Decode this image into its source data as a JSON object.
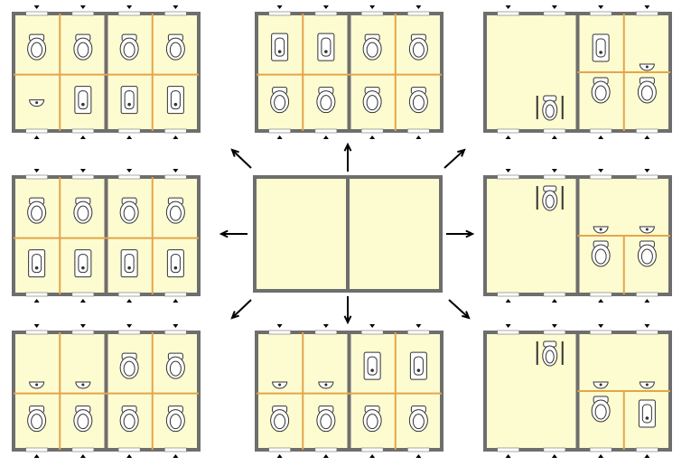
{
  "diagram": {
    "colors": {
      "wall": "#6e6e6e",
      "floor": "#fdfbd0",
      "partition": "#e4a54a",
      "fixture_fill": "#ffffff",
      "fixture_stroke": "#333333",
      "arrow": "#000000"
    },
    "center_module": {
      "name": "center-module",
      "description_visible": "",
      "rooms": 2
    },
    "modules": [
      {
        "name": "layout-top-left",
        "fixtures": [
          "toilet",
          "toilet",
          "toilet",
          "toilet",
          "sink",
          "urinal",
          "urinal",
          "urinal"
        ]
      },
      {
        "name": "layout-top-middle",
        "fixtures": [
          "urinal",
          "urinal",
          "toilet",
          "toilet",
          "toilet",
          "toilet",
          "toilet",
          "toilet"
        ]
      },
      {
        "name": "layout-top-right",
        "fixtures": [
          "urinal",
          "sink",
          "toilet",
          "toilet",
          "accessible-toilet"
        ]
      },
      {
        "name": "layout-middle-left",
        "fixtures": [
          "toilet",
          "toilet",
          "toilet",
          "toilet",
          "urinal",
          "urinal",
          "urinal",
          "urinal"
        ]
      },
      {
        "name": "layout-middle-right",
        "fixtures": [
          "accessible-toilet",
          "sink",
          "sink",
          "toilet",
          "toilet"
        ]
      },
      {
        "name": "layout-bottom-left",
        "fixtures": [
          "sink",
          "sink",
          "toilet",
          "toilet",
          "toilet",
          "toilet",
          "toilet",
          "toilet"
        ]
      },
      {
        "name": "layout-bottom-middle",
        "fixtures": [
          "sink",
          "sink",
          "toilet",
          "toilet",
          "urinal",
          "urinal",
          "toilet",
          "toilet"
        ]
      },
      {
        "name": "layout-bottom-right",
        "fixtures": [
          "accessible-toilet",
          "sink",
          "toilet",
          "urinal"
        ]
      }
    ],
    "arrows": [
      "up-left",
      "up",
      "up-right",
      "left",
      "right",
      "down-left",
      "down",
      "down-right"
    ]
  }
}
